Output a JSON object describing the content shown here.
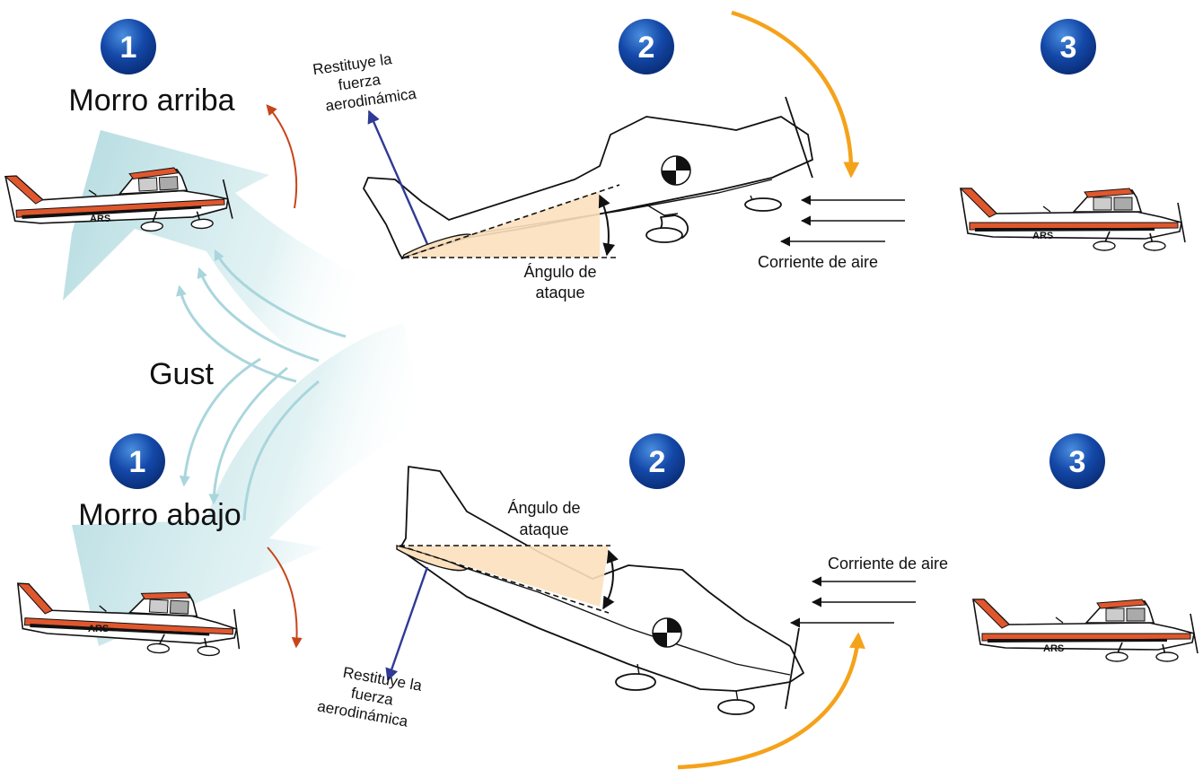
{
  "colors": {
    "gust": "#a9d6dc",
    "badge_dark": "#0a2f7a",
    "badge_light": "#4a8fe0",
    "plane_stripe": "#e0572e",
    "angle_fill": "#fbe0bd",
    "force_arrow": "#2f3a94",
    "rotation_arrow": "#f5a21b",
    "pitch_arrow": "#c8441a"
  },
  "badges": [
    {
      "label": "1"
    },
    {
      "label": "2"
    },
    {
      "label": "3"
    },
    {
      "label": "1"
    },
    {
      "label": "2"
    },
    {
      "label": "3"
    }
  ],
  "labels": {
    "nose_up": "Morro arriba",
    "nose_down": "Morro abajo",
    "gust": "Gust",
    "registration": "ARS"
  },
  "top": {
    "force_lines": [
      "Restituye la",
      "fuerza",
      "aerodinámica"
    ],
    "angle_lines": [
      "Ángulo de",
      "ataque"
    ],
    "airflow": "Corriente de aire"
  },
  "bottom": {
    "force_lines": [
      "Restituye la",
      "fuerza",
      "aerodinámica"
    ],
    "angle_lines": [
      "Ángulo de",
      "ataque"
    ],
    "airflow": "Corriente de aire"
  },
  "icons": {
    "center_of_gravity": "cg-symbol-icon",
    "airplane": "cessna-airplane-icon"
  }
}
